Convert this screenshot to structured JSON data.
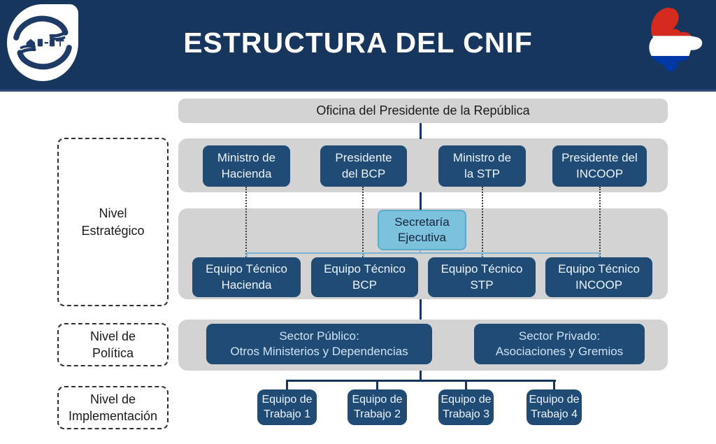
{
  "title": "ESTRUCTURA DEL CNIF",
  "header_icons": {
    "logo": "hands-financial-inclusion-logo",
    "flag": "paraguay-map-flag"
  },
  "org_chart": {
    "top_office": "Oficina del Presidente de la República",
    "strategic_members": [
      {
        "line1": "Ministro de",
        "line2": "Hacienda"
      },
      {
        "line1": "Presidente",
        "line2": "del BCP"
      },
      {
        "line1": "Ministro de",
        "line2": "la STP"
      },
      {
        "line1": "Presidente del",
        "line2": "INCOOP"
      }
    ],
    "executive_secretariat": {
      "line1": "Secretaría",
      "line2": "Ejecutiva"
    },
    "technical_teams": [
      {
        "line1": "Equipo Técnico",
        "line2": "Hacienda"
      },
      {
        "line1": "Equipo Técnico",
        "line2": "BCP"
      },
      {
        "line1": "Equipo Técnico",
        "line2": "STP"
      },
      {
        "line1": "Equipo Técnico",
        "line2": "INCOOP"
      }
    ],
    "sectors": [
      {
        "line1": "Sector Público:",
        "line2": "Otros Ministerios y Dependencias"
      },
      {
        "line1": "Sector Privado:",
        "line2": "Asociaciones y Gremios"
      }
    ],
    "work_teams": [
      {
        "line1": "Equipo de",
        "line2": "Trabajo 1"
      },
      {
        "line1": "Equipo de",
        "line2": "Trabajo 2"
      },
      {
        "line1": "Equipo de",
        "line2": "Trabajo 3"
      },
      {
        "line1": "Equipo de",
        "line2": "Trabajo 4"
      }
    ]
  },
  "levels": [
    {
      "line1": "Nivel",
      "line2": "Estratégico"
    },
    {
      "line1": "Nivel de",
      "line2": "Política"
    },
    {
      "line1": "Nivel de",
      "line2": "Implementación"
    }
  ],
  "colors": {
    "header_navy": "#17365d",
    "box_navy": "#1f4b75",
    "band_gray": "#d3d3d3",
    "secretariat_blue": "#7cc2dd",
    "connector_light_blue": "#7db4d2",
    "dotted_line": "#3b3b3b",
    "flag_red": "#d52b1e",
    "flag_white": "#ffffff",
    "flag_blue": "#0038a8"
  }
}
